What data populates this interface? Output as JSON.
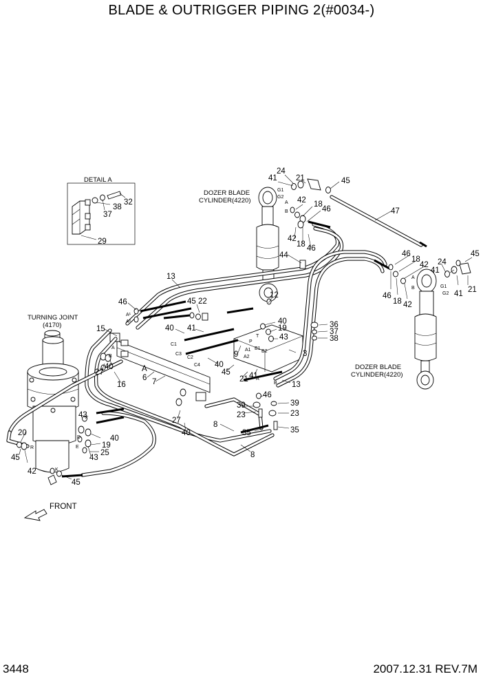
{
  "header": {
    "title": "BLADE & OUTRIGGER PIPING 2(#0034-)"
  },
  "footer": {
    "page_number": "3448",
    "date_revision": "2007.12.31  REV.7M"
  },
  "labels": {
    "detail_a": "DETAIL A",
    "dozer_blade_cylinder_top_line1": "DOZER BLADE",
    "dozer_blade_cylinder_top_line2": "CYLINDER(4220)",
    "dozer_blade_cylinder_right_line1": "DOZER BLADE",
    "dozer_blade_cylinder_right_line2": "CYLINDER(4220)",
    "turning_joint_line1": "TURNING JOINT",
    "turning_joint_line2": "(4170)",
    "front": "FRONT"
  },
  "part_numbers": {
    "p24a": "24",
    "p41a": "41",
    "p21a": "21",
    "p45a": "45",
    "p47": "47",
    "p42a": "42",
    "p18a": "18",
    "p46a": "46",
    "p42b": "42",
    "p18b": "18",
    "p46b": "46",
    "p44": "44",
    "p13a": "13",
    "p12": "12",
    "p46c": "46",
    "p45b": "45",
    "p22": "22",
    "p40a": "40",
    "p41b": "41",
    "p40b": "40",
    "p19a": "19",
    "p43a": "43",
    "p36": "36",
    "p37b": "37",
    "p38b": "38",
    "p9": "9",
    "p3": "3",
    "p15": "15",
    "p27a": "27",
    "p40c": "40",
    "p6": "6",
    "p7": "7",
    "p16": "16",
    "p40d": "40",
    "p45c": "45",
    "p21b": "21",
    "p41c": "41",
    "p13b": "13",
    "p46d": "46",
    "p27b": "27",
    "p40e": "40",
    "p39a": "39",
    "p23a": "23",
    "p39b": "39",
    "p23b": "23",
    "p8a": "8",
    "p35a": "35",
    "p35b": "35",
    "p8b": "8",
    "p43b": "43",
    "p40f": "40",
    "p19b": "19",
    "p43c": "43",
    "p25": "25",
    "p20": "20",
    "p45d": "45",
    "p42c": "42",
    "p45e": "45",
    "p46e": "46",
    "p18c": "18",
    "p42d": "42",
    "p24b": "24",
    "p45f": "45",
    "p46f": "46",
    "p18d": "18",
    "p42e": "42",
    "p41d": "41",
    "p41e": "41",
    "p21c": "21",
    "p32": "32",
    "p37a": "37",
    "p38a": "38",
    "p29": "29"
  },
  "port_letters": {
    "g1a": "G1",
    "g2a": "G2",
    "aa": "A",
    "ba": "B",
    "g1b": "G1",
    "g2b": "G2",
    "ab": "A",
    "bb": "B",
    "a1a": "A¹",
    "a2a": "A²",
    "c1": "C1",
    "c3": "C3",
    "c2": "C2",
    "c4": "C4",
    "a1b": "A1",
    "b1": "B1",
    "a2b": "A2",
    "b2": "B2",
    "p": "P",
    "t": "T",
    "va": "A",
    "vb": "B",
    "rb": "B",
    "ra": "A",
    "e": "E",
    "d": "D",
    "r": "R",
    "k": "K",
    "a_big": "A"
  }
}
